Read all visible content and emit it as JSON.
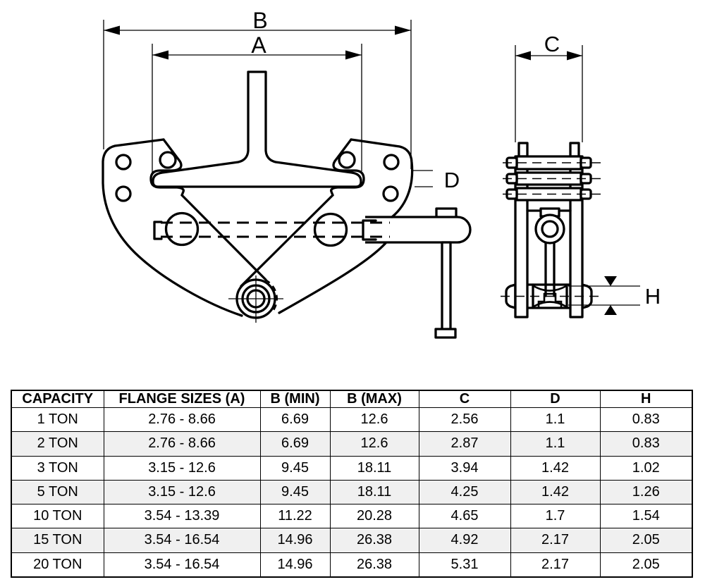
{
  "page": {
    "background": "#ffffff",
    "line_color": "#000000"
  },
  "drawing": {
    "description": "beam-clamp technical drawing, front view and side view",
    "dimension_labels": {
      "b": "B",
      "a": "A",
      "c": "C",
      "d": "D",
      "h": "H"
    }
  },
  "table": {
    "stripe_color": "#f0f0f0",
    "headers": [
      "CAPACITY",
      "FLANGE SIZES (A)",
      "B (MIN)",
      "B (MAX)",
      "C",
      "D",
      "H"
    ],
    "rows": [
      {
        "cells": [
          "1 TON",
          "2.76 - 8.66",
          "6.69",
          "12.6",
          "2.56",
          "1.1",
          "0.83"
        ]
      },
      {
        "cells": [
          "2 TON",
          "2.76 - 8.66",
          "6.69",
          "12.6",
          "2.87",
          "1.1",
          "0.83"
        ]
      },
      {
        "cells": [
          "3 TON",
          "3.15 - 12.6",
          "9.45",
          "18.11",
          "3.94",
          "1.42",
          "1.02"
        ]
      },
      {
        "cells": [
          "5 TON",
          "3.15 - 12.6",
          "9.45",
          "18.11",
          "4.25",
          "1.42",
          "1.26"
        ]
      },
      {
        "cells": [
          "10 TON",
          "3.54 - 13.39",
          "11.22",
          "20.28",
          "4.65",
          "1.7",
          "1.54"
        ]
      },
      {
        "cells": [
          "15 TON",
          "3.54 - 16.54",
          "14.96",
          "26.38",
          "4.92",
          "2.17",
          "2.05"
        ]
      },
      {
        "cells": [
          "20 TON",
          "3.54 - 16.54",
          "14.96",
          "26.38",
          "5.31",
          "2.17",
          "2.05"
        ]
      }
    ]
  }
}
